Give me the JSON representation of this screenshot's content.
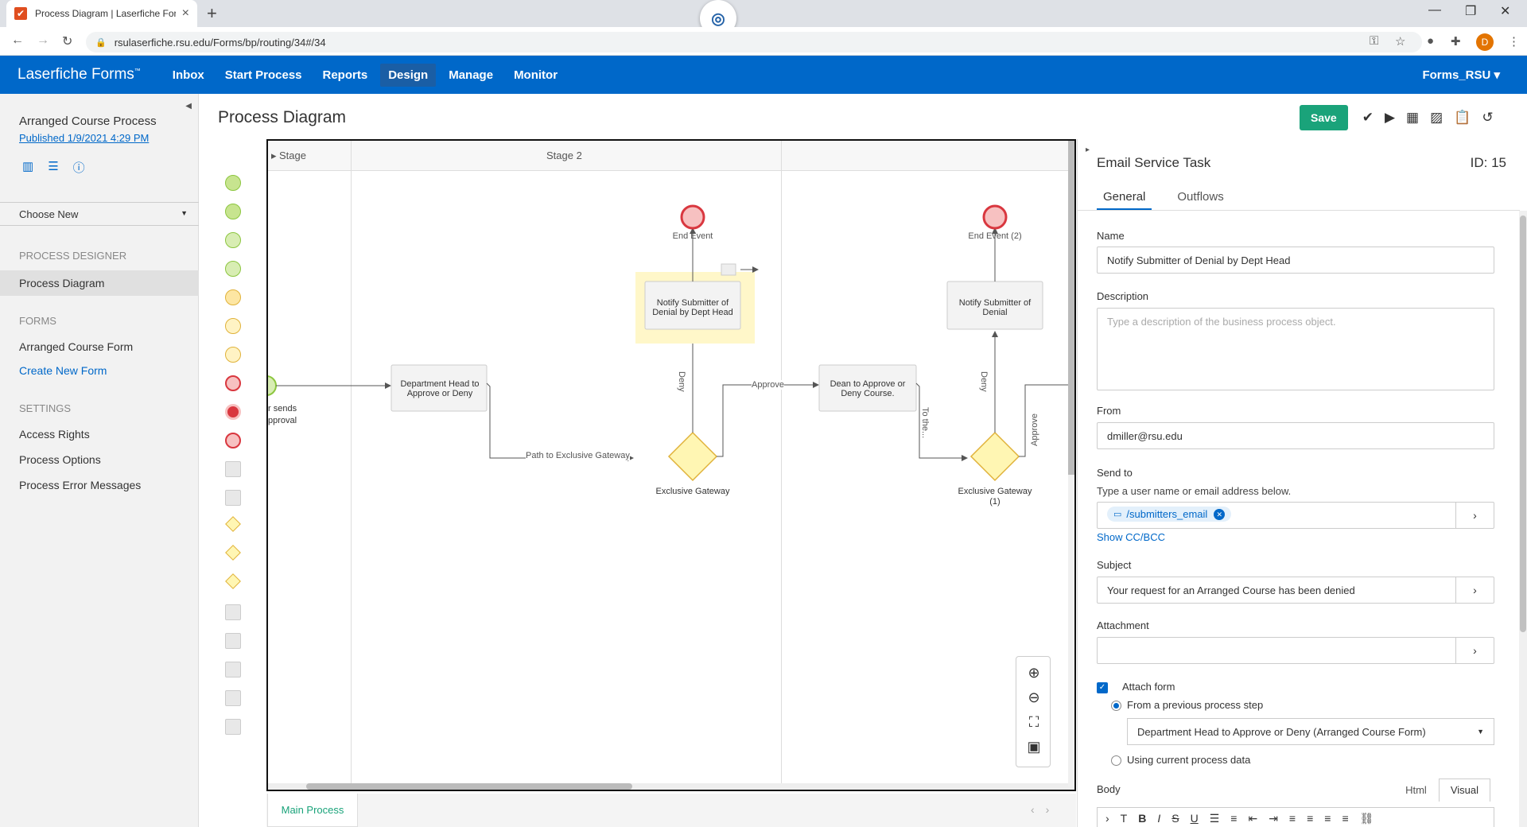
{
  "browser": {
    "tab_title": "Process Diagram | Laserfiche Forms",
    "url": "rsulaserfiche.rsu.edu/Forms/bp/routing/34#/34",
    "profile_initial": "D"
  },
  "appnav": {
    "brand": "Laserfiche Forms",
    "brand_tm": "™",
    "items": [
      "Inbox",
      "Start Process",
      "Reports",
      "Design",
      "Manage",
      "Monitor"
    ],
    "user": "Forms_RSU"
  },
  "sidebar": {
    "process_name": "Arranged Course Process",
    "published": "Published 1/9/2021 4:29 PM",
    "choose_new": "Choose New",
    "section_designer": "PROCESS DESIGNER",
    "process_diagram": "Process Diagram",
    "section_forms": "FORMS",
    "form_name": "Arranged Course Form",
    "create_form": "Create New Form",
    "section_settings": "SETTINGS",
    "access_rights": "Access Rights",
    "process_options": "Process Options",
    "error_messages": "Process Error Messages"
  },
  "main": {
    "title": "Process Diagram",
    "save": "Save",
    "bottom_tab": "Main Process"
  },
  "diagram": {
    "stage1": "Stage",
    "stage2": "Stage 2",
    "start_label_1": "r sends",
    "start_label_2": "pproval",
    "task_dept": "Department Head to Approve or Deny",
    "gateway1": "Exclusive Gateway",
    "gateway2_a": "Exclusive Gateway",
    "gateway2_b": "(1)",
    "path_label": "Path to Exclusive Gateway",
    "deny1": "Deny",
    "approve1": "Approve",
    "notify1": "Notify Submitter of Denial by Dept Head",
    "end1": "End Event",
    "task_dean": "Dean to Approve or Deny Course.",
    "to_the": "To the...",
    "deny2": "Deny",
    "approve2": "Approve",
    "notify2": "Notify Submitter of Denial",
    "end2": "End Event (2)"
  },
  "panel": {
    "title": "Email Service Task",
    "id": "ID: 15",
    "tab_general": "General",
    "tab_outflows": "Outflows",
    "name_label": "Name",
    "name_value": "Notify Submitter of Denial by Dept Head",
    "desc_label": "Description",
    "desc_placeholder": "Type a description of the business process object.",
    "from_label": "From",
    "from_value": "dmiller@rsu.edu",
    "sendto_label": "Send to",
    "sendto_hint": "Type a user name or email address below.",
    "sendto_token": "/submitters_email",
    "show_cc": "Show CC/BCC",
    "subject_label": "Subject",
    "subject_value": "Your request for an Arranged Course has been denied",
    "attachment_label": "Attachment",
    "attach_form": "Attach form",
    "from_prev": "From a previous process step",
    "prev_step_value": "Department Head to Approve or Deny (Arranged Course Form)",
    "using_current": "Using current process data",
    "body_label": "Body",
    "html_tab": "Html",
    "visual_tab": "Visual"
  },
  "colors": {
    "brand_blue": "#0068c9",
    "save_green": "#1aa37a",
    "end_red": "#d9373f",
    "start_green": "#8cc63f",
    "gateway_yellow": "#fff6b3"
  }
}
